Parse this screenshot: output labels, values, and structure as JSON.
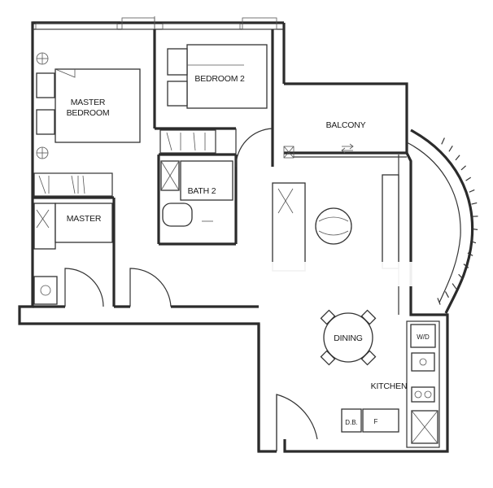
{
  "rooms": {
    "master_bedroom_line1": "MASTER",
    "master_bedroom_line2": "BEDROOM",
    "bedroom2": "BEDROOM 2",
    "balcony": "BALCONY",
    "bath2": "BATH 2",
    "master_bath": "MASTER",
    "dining": "DINING",
    "kitchen": "KITCHEN"
  },
  "fixtures": {
    "wd": "W/D",
    "db": "D.B.",
    "fridge": "F"
  },
  "icons": [
    "door-swing-icon",
    "sliding-door-icon",
    "bed-icon",
    "toilet-icon",
    "shower-icon",
    "sink-icon",
    "stove-icon",
    "table-icon",
    "chair-icon",
    "sofa-icon",
    "lamp-icon"
  ],
  "colors": {
    "wall": "#2b2b2b",
    "line": "#333333",
    "background": "#ffffff"
  }
}
